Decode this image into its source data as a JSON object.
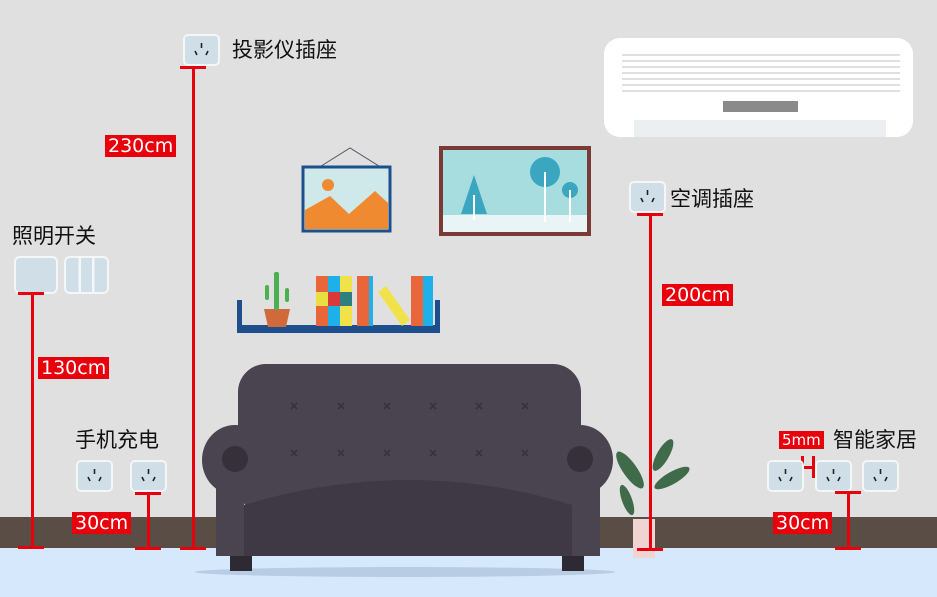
{
  "labels": {
    "projector": "投影仪插座",
    "lighting_switch": "照明开关",
    "phone_charging": "手机充电",
    "ac_socket": "空调插座",
    "smart_home": "智能家居"
  },
  "measurements": {
    "projector": "230cm",
    "lighting_switch": "130cm",
    "phone_charging": "30cm",
    "ac_socket": "200cm",
    "smart_home_gap": "5mm",
    "smart_home": "30cm"
  },
  "colors": {
    "wall": "#e0e0e0",
    "baseboard": "#5a4d46",
    "floor": "#d6e8fb",
    "measure_red": "#e8000b",
    "sofa": "#4a4350"
  },
  "icons": [
    "socket-icon",
    "switch-icon",
    "air-conditioner",
    "sofa",
    "picture-frame",
    "bookshelf",
    "plant"
  ]
}
